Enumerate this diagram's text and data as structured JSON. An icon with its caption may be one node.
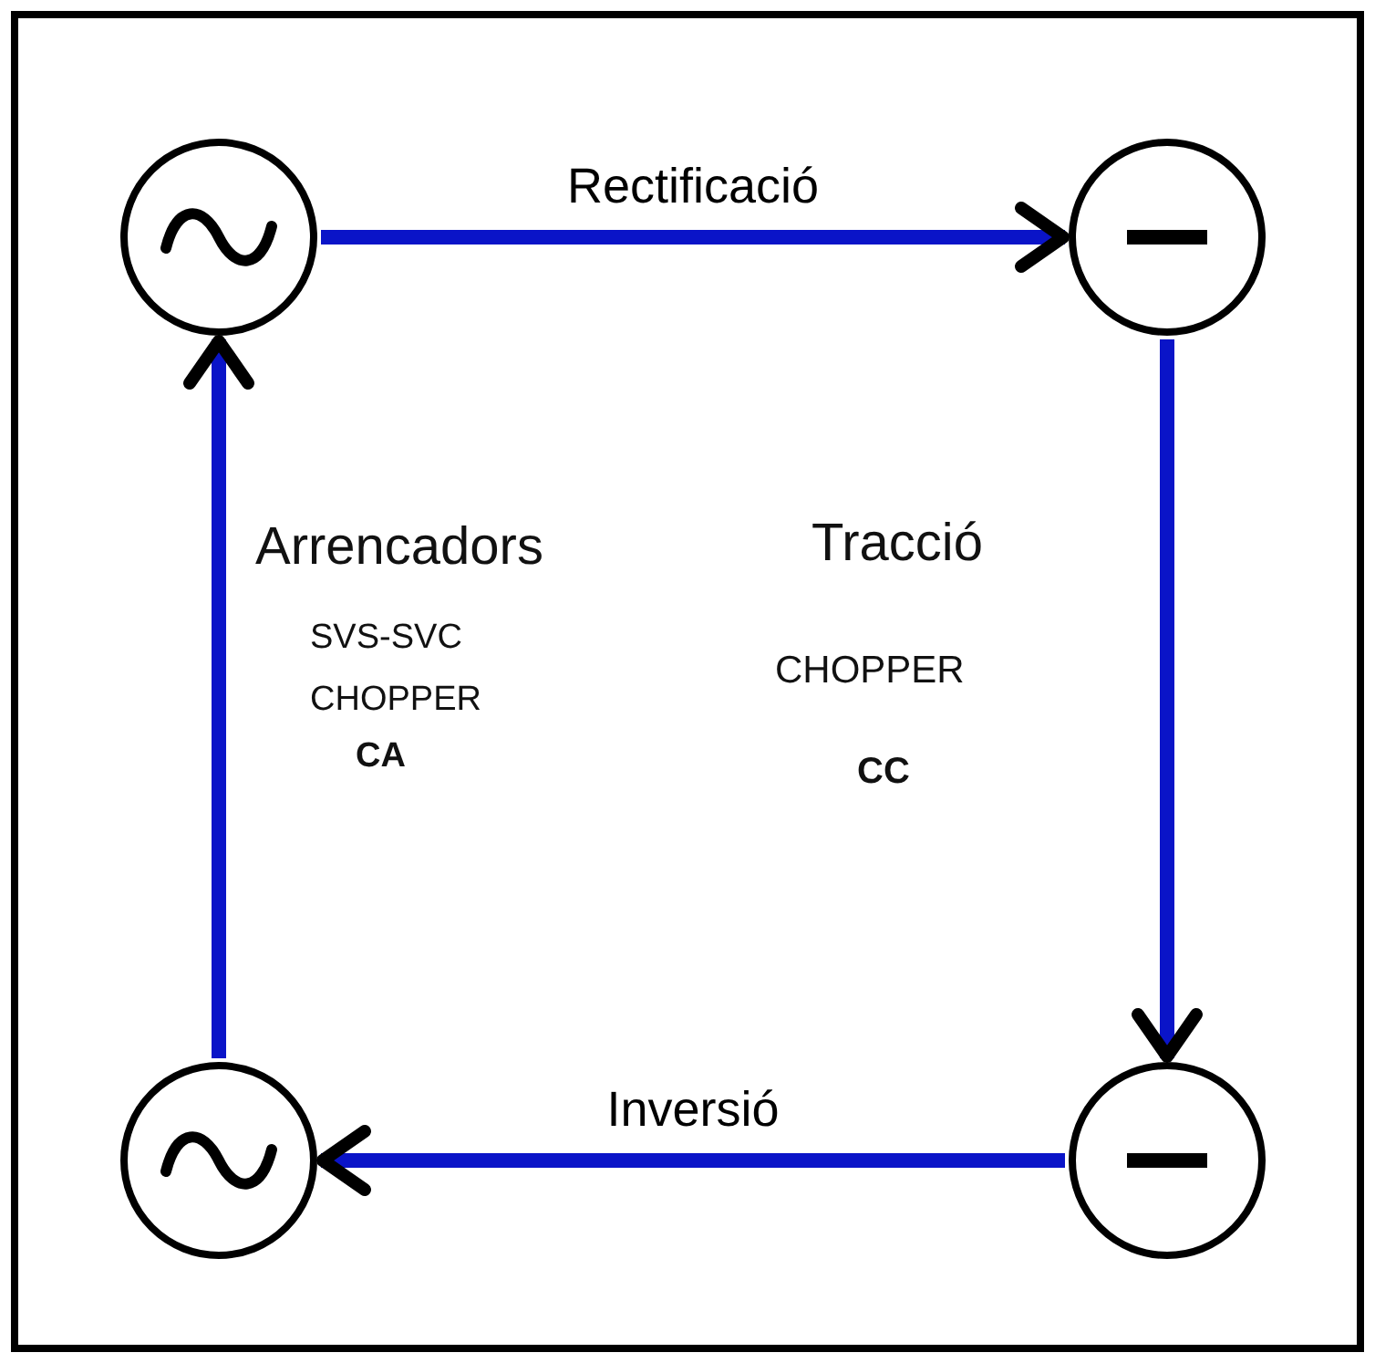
{
  "diagram": {
    "nodes": [
      {
        "text": [],
        "shape": "circle"
      },
      {
        "text": [],
        "shape": "circle"
      },
      {
        "text": [],
        "shape": "circle"
      },
      {
        "text": [],
        "shape": "circle"
      }
    ],
    "edges": [
      {
        "from": 0,
        "to": 1,
        "arrow": "to",
        "label": "Rectificació"
      },
      {
        "from": 1,
        "to": 3,
        "arrow": "to"
      },
      {
        "from": 3,
        "to": 2,
        "arrow": "to",
        "label": "Inversió"
      },
      {
        "from": 2,
        "to": 0,
        "arrow": "to"
      }
    ],
    "labels": [
      "Arrencadors",
      "Tracció",
      "SVS-SVC",
      "CHOPPER",
      "CHOPPER",
      "CA",
      "CC"
    ]
  }
}
